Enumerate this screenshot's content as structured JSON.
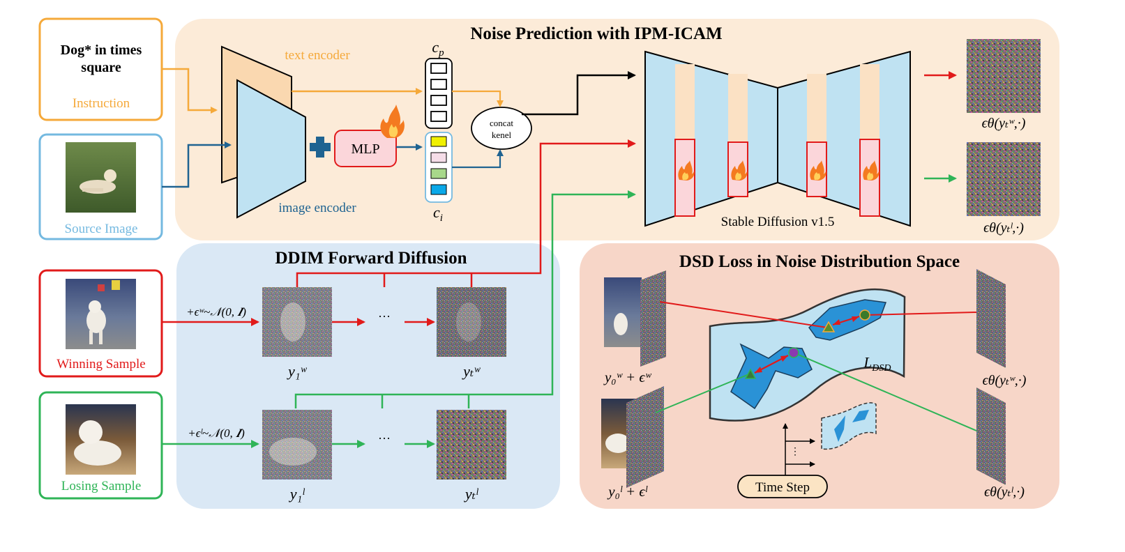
{
  "sections": {
    "noise_prediction": "Noise Prediction with IPM-ICAM",
    "ddim": "DDIM Forward Diffusion",
    "dsd": "DSD Loss in Noise Distribution Space"
  },
  "instruction": {
    "line1": "Dog* in times",
    "line2": "square",
    "label": "Instruction"
  },
  "source_image": {
    "label": "Source Image"
  },
  "winning_sample": {
    "label": "Winning Sample"
  },
  "losing_sample": {
    "label": "Losing Sample"
  },
  "encoders": {
    "text": "text encoder",
    "image": "image encoder",
    "mlp": "MLP"
  },
  "tokens": {
    "cp": "c",
    "cp_sub": "p",
    "ci": "c",
    "ci_sub": "i"
  },
  "concat": {
    "line1": "concat",
    "line2": "kenel"
  },
  "unet": {
    "label": "Stable Diffusion v1.5"
  },
  "outputs": {
    "w": "ϵθ(yₜʷ,·)",
    "l": "ϵθ(yₜˡ,·)"
  },
  "ddim": {
    "noise_w": "+ϵʷ~𝒩(0, 𝑰)",
    "noise_l": "+ϵˡ~𝒩(0, 𝑰)",
    "ellipsis": "···",
    "y1w": "y₁ʷ",
    "ytw": "yₜʷ",
    "y1l": "y₁ˡ",
    "ytl": "yₜˡ"
  },
  "dsd": {
    "y0w": "y₀ʷ + ϵʷ",
    "y0l": "y₀ˡ + ϵˡ",
    "loss": "L",
    "loss_sub": "DSD",
    "out_w": "ϵθ(yₜʷ,·)",
    "out_l": "ϵθ(yₜˡ,·)",
    "time_step": "Time Step"
  },
  "colors": {
    "orange": "#f5a93a",
    "blue_line": "#1f6391",
    "light_blue_border": "#74b9e0",
    "red": "#e11a1a",
    "green": "#2fb457",
    "panel_orange": "#fcebd8",
    "panel_blue": "#dae8f5",
    "panel_pink": "#f7d6c8",
    "unet_blue": "#bfe2f2"
  }
}
